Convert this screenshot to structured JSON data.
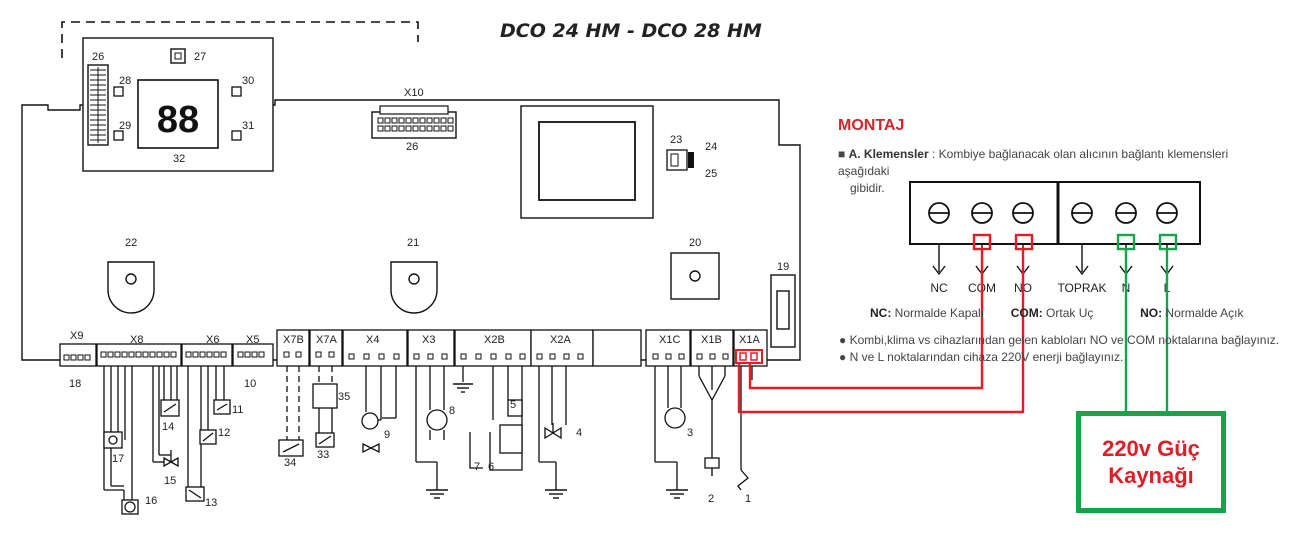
{
  "title": "DCO 24 HM - DCO 28 HM",
  "display": {
    "digits": "88"
  },
  "component_numbers": [
    "1",
    "2",
    "3",
    "4",
    "5",
    "6",
    "7",
    "8",
    "9",
    "10",
    "11",
    "12",
    "13",
    "14",
    "15",
    "16",
    "17",
    "18",
    "19",
    "20",
    "21",
    "22",
    "23",
    "24",
    "25",
    "26",
    "27",
    "28",
    "29",
    "30",
    "31",
    "32",
    "33",
    "34",
    "35"
  ],
  "connectors": [
    "X10",
    "X9",
    "X8",
    "X6",
    "X5",
    "X7B",
    "X7A",
    "X4",
    "X3",
    "X2B",
    "X2A",
    "X1C",
    "X1B",
    "X1A"
  ],
  "montaj": {
    "heading": "MONTAJ",
    "klemensler_label": "A. Klemensler",
    "klemensler_text": " : Kombiye bağlanacak olan alıcının bağlantı klemensleri aşağıdaki",
    "klemensler_text2": "gibidir."
  },
  "terminals": [
    "NC",
    "COM",
    "NO",
    "TOPRAK",
    "N",
    "L"
  ],
  "legend": {
    "nc_key": "NC:",
    "nc_val": " Normalde Kapalı",
    "com_key": "COM:",
    "com_val": " Ortak Uç",
    "no_key": "NO:",
    "no_val": " Normalde Açık"
  },
  "bullets": [
    "Kombi,klima vs cihazlarından gelen kabloları NO ve COM noktalarına bağlayınız.",
    "N ve L noktalarından cihaza 220V enerji bağlayınız."
  ],
  "power_box": {
    "line1": "220v Güç",
    "line2": "Kaynağı"
  },
  "colors": {
    "red_wire": "#e11d28",
    "green_wire": "#16a34a",
    "heading": "#d0262c"
  }
}
